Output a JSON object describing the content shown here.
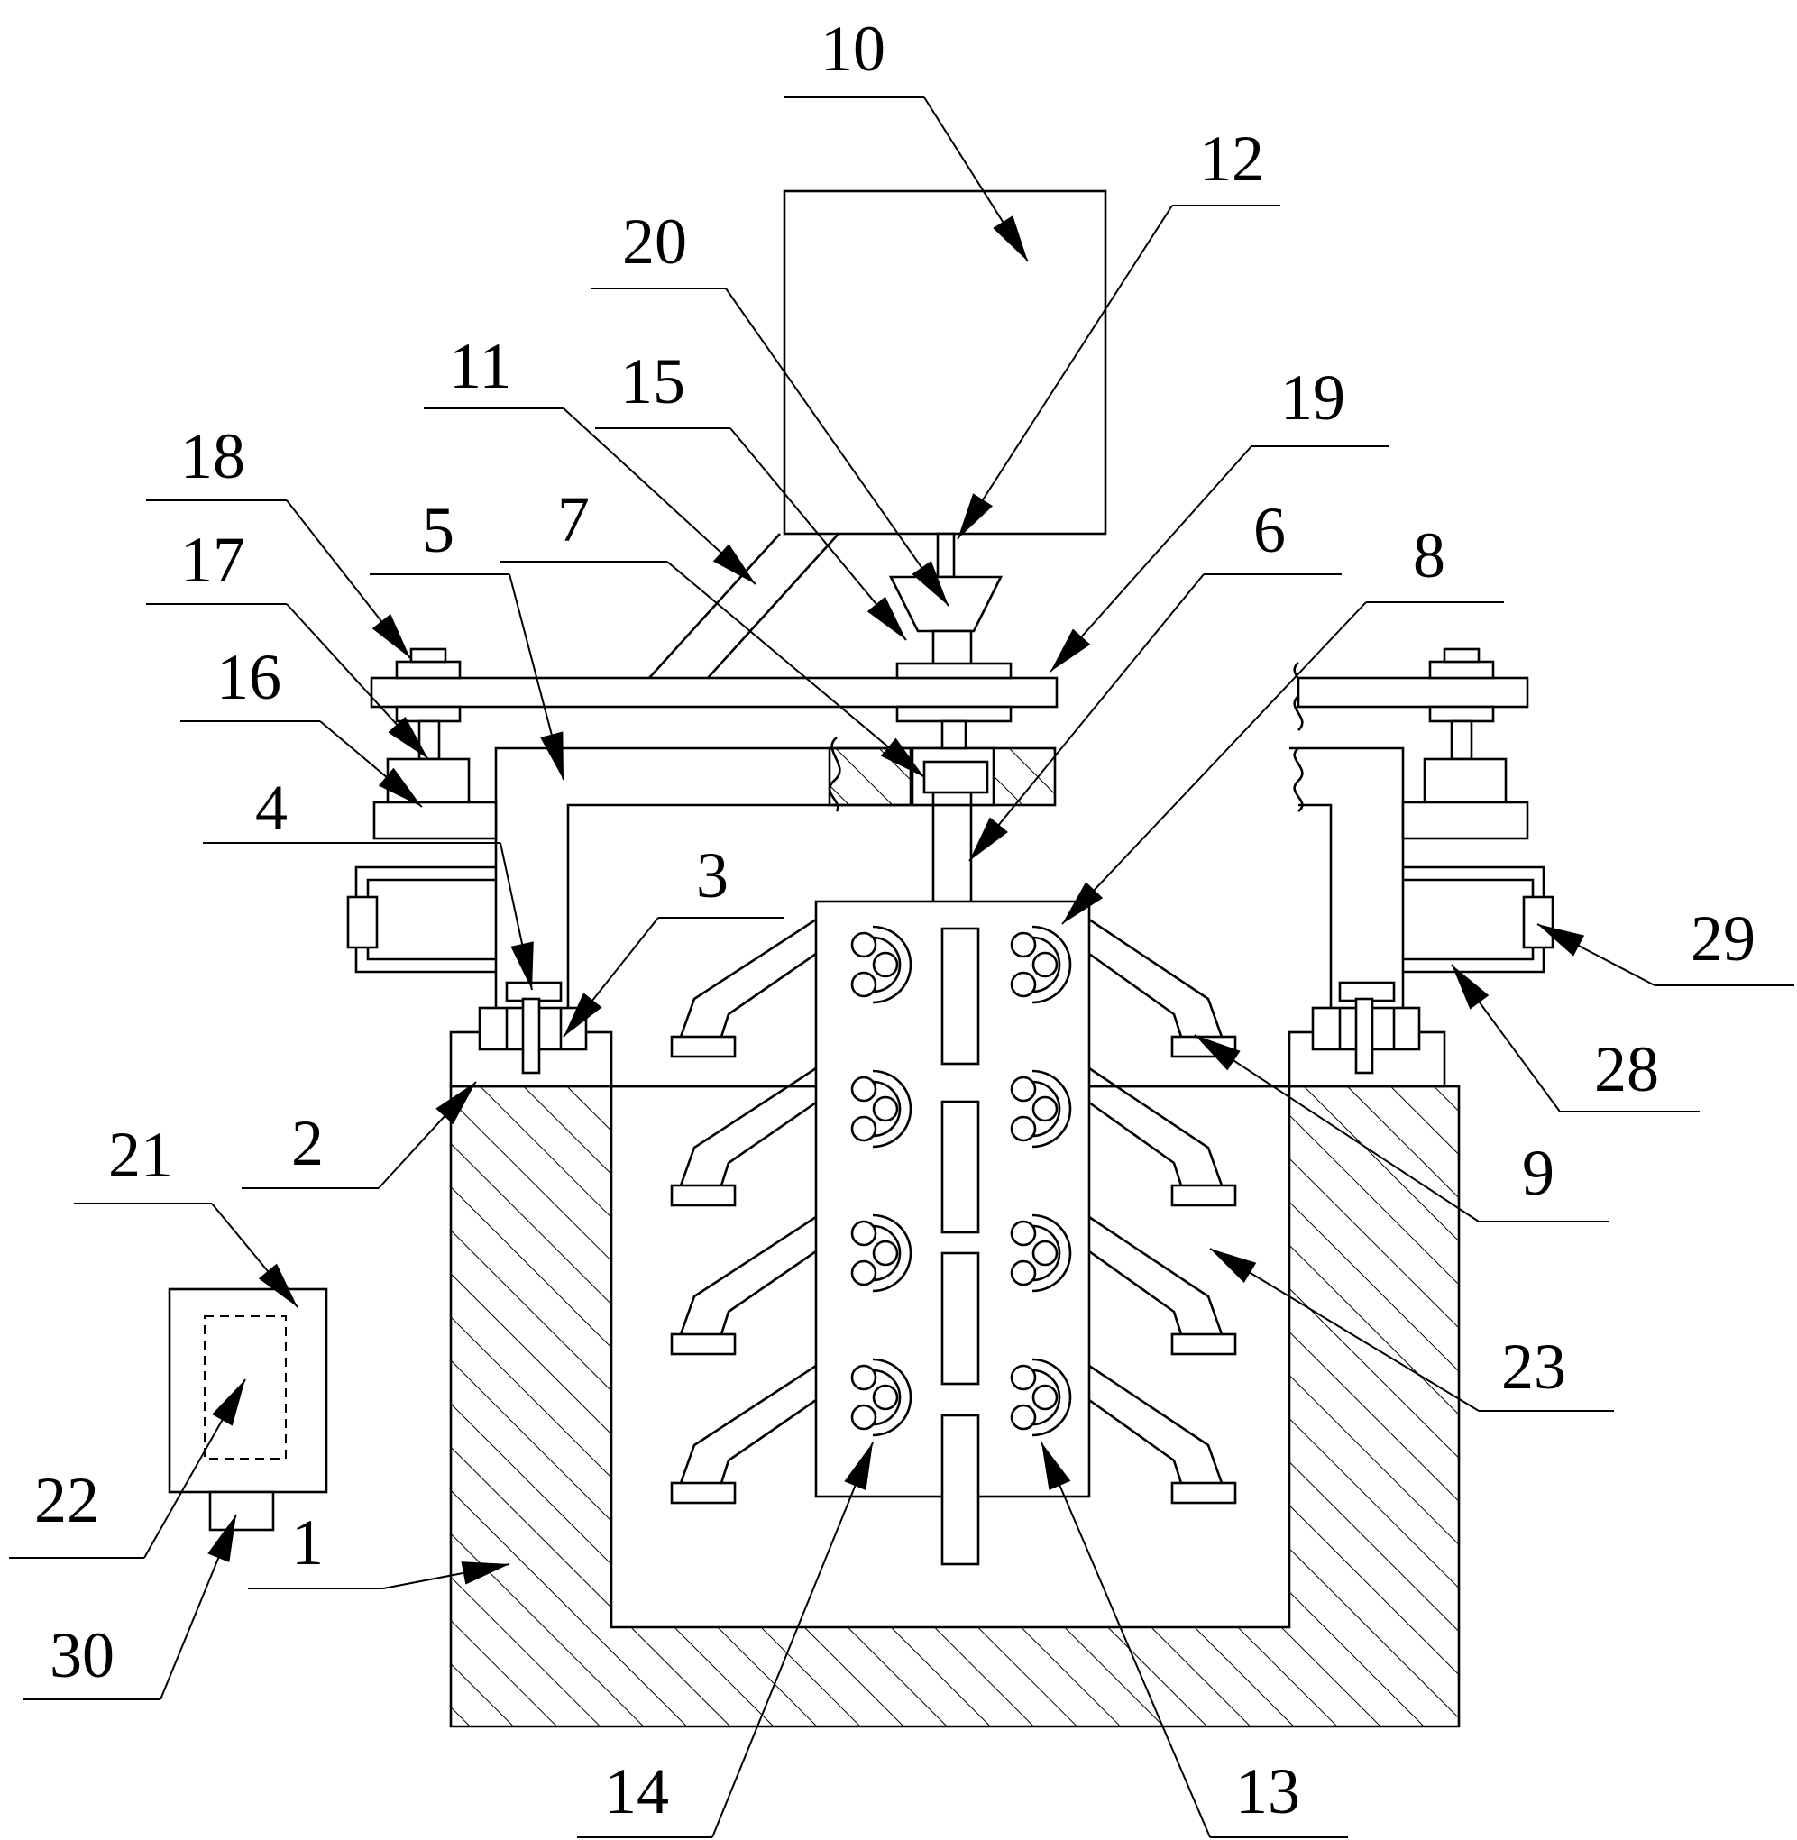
{
  "labels": [
    {
      "id": "1",
      "text": "1"
    },
    {
      "id": "2",
      "text": "2"
    },
    {
      "id": "3",
      "text": "3"
    },
    {
      "id": "4",
      "text": "4"
    },
    {
      "id": "5",
      "text": "5"
    },
    {
      "id": "6",
      "text": "6"
    },
    {
      "id": "7",
      "text": "7"
    },
    {
      "id": "8",
      "text": "8"
    },
    {
      "id": "9",
      "text": "9"
    },
    {
      "id": "10",
      "text": "10"
    },
    {
      "id": "11",
      "text": "11"
    },
    {
      "id": "12",
      "text": "12"
    },
    {
      "id": "13",
      "text": "13"
    },
    {
      "id": "14",
      "text": "14"
    },
    {
      "id": "15",
      "text": "15"
    },
    {
      "id": "16",
      "text": "16"
    },
    {
      "id": "17",
      "text": "17"
    },
    {
      "id": "18",
      "text": "18"
    },
    {
      "id": "19",
      "text": "19"
    },
    {
      "id": "20",
      "text": "20"
    },
    {
      "id": "21",
      "text": "21"
    },
    {
      "id": "22",
      "text": "22"
    },
    {
      "id": "23",
      "text": "23"
    },
    {
      "id": "28",
      "text": "28"
    },
    {
      "id": "29",
      "text": "29"
    },
    {
      "id": "30",
      "text": "30"
    }
  ]
}
